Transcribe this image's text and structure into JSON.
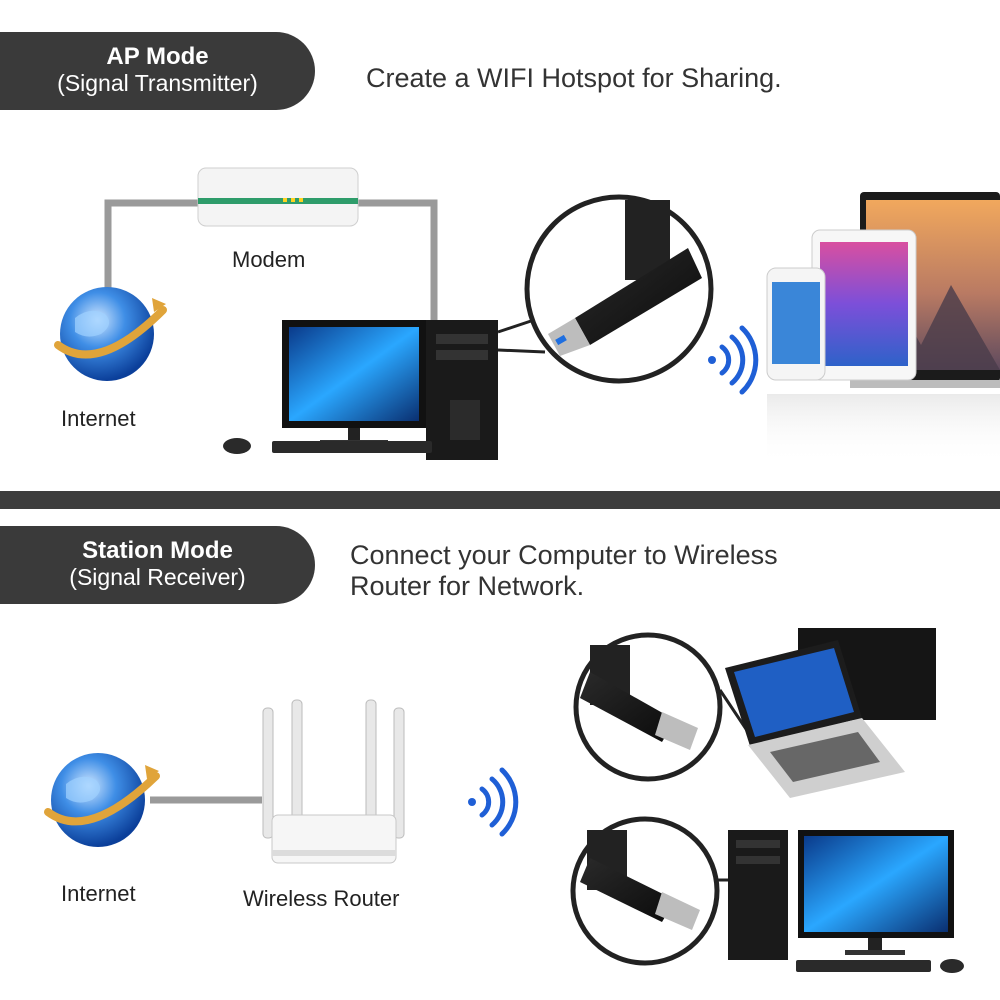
{
  "ap": {
    "title": "AP Mode",
    "subtitle": "(Signal Transmitter)",
    "description": "Create a WIFI Hotspot for Sharing.",
    "labels": {
      "modem": "Modem",
      "internet": "Internet"
    }
  },
  "station": {
    "title": "Station Mode",
    "subtitle": "(Signal Receiver)",
    "description_line1": "Connect your Computer to Wireless",
    "description_line2": "Router for Network.",
    "labels": {
      "internet": "Internet",
      "router": "Wireless Router"
    }
  },
  "colors": {
    "tab": "#3a3a3a",
    "wifi": "#1f5fd6",
    "cable": "#9a9a9a"
  }
}
